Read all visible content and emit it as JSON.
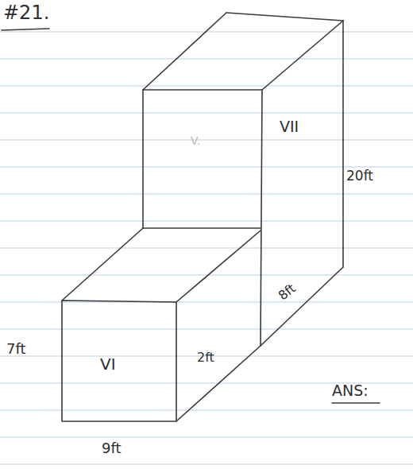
{
  "diagram": {
    "labels": [
      "#21.",
      "V.",
      "VII",
      "20ft",
      "8ft",
      "7ft",
      "VI",
      "2ft",
      "9ft",
      "ANS:"
    ]
  }
}
